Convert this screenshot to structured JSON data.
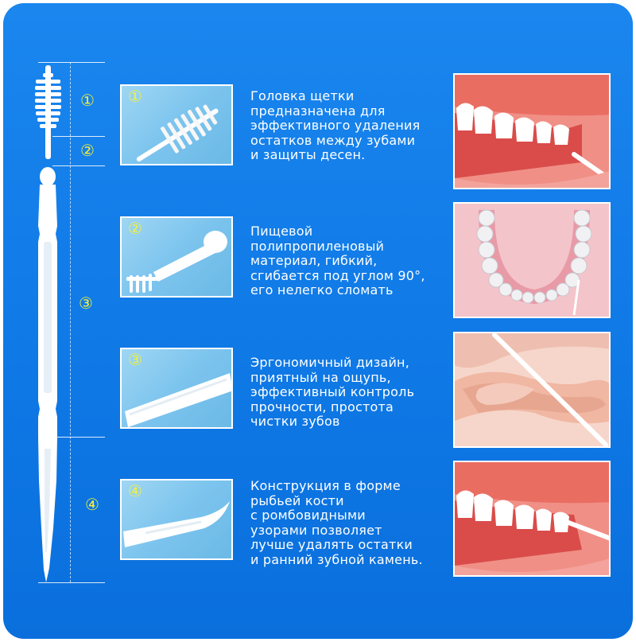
{
  "markers": {
    "m1": "①",
    "m2": "②",
    "m3": "③",
    "m4": "④"
  },
  "features": [
    {
      "num": "①",
      "text": "Головка щетки\nпредназначена для\nэффективного удаления\nостатков между зубами\nи защиты десен.",
      "thumb_icon": "brush-head-closeup",
      "photo_icon": "brushing-between-teeth-photo"
    },
    {
      "num": "②",
      "text": "Пищевой\nполипропиленовый\nматериал, гибкий,\nсгибается под углом 90°,\nего нелегко сломать",
      "thumb_icon": "neck-closeup",
      "photo_icon": "dental-arch-photo"
    },
    {
      "num": "③",
      "text": "Эргономичный дизайн,\nприятный на ощупь,\nэффективный контроль\nпрочности, простота\nчистки зубов",
      "thumb_icon": "handle-closeup",
      "photo_icon": "hand-holding-pick-photo"
    },
    {
      "num": "④",
      "text": "Конструкция в форме\nрыбьей кости\nс ромбовидными\nузорами позволяет\nлучше удалять остатки\nи ранний зубной камень.",
      "thumb_icon": "pick-tip-closeup",
      "photo_icon": "pick-between-teeth-photo"
    }
  ],
  "colors": {
    "background": "#1a86ee",
    "marker": "#f3f03a",
    "text": "#ffffff",
    "gum": "#e8685e"
  }
}
